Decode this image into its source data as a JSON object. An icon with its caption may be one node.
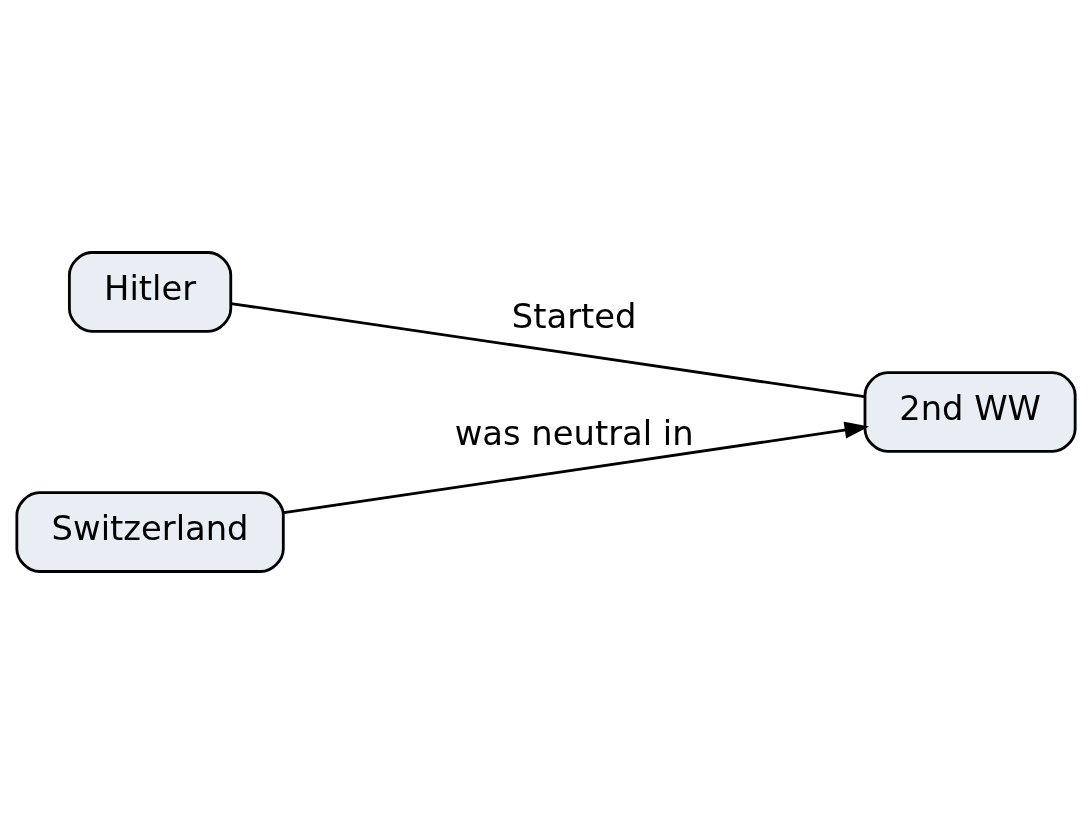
{
  "diagram": {
    "nodes": [
      {
        "text": [
          "Hitler"
        ]
      },
      {
        "text": [
          "2nd WW"
        ]
      },
      {
        "text": [
          "Switzerland"
        ]
      }
    ],
    "edges": [
      {
        "from": 0,
        "to": 1,
        "arrow": "none",
        "label": "Started"
      },
      {
        "from": 2,
        "to": 1,
        "arrow": "to",
        "label": "was neutral in"
      }
    ]
  }
}
